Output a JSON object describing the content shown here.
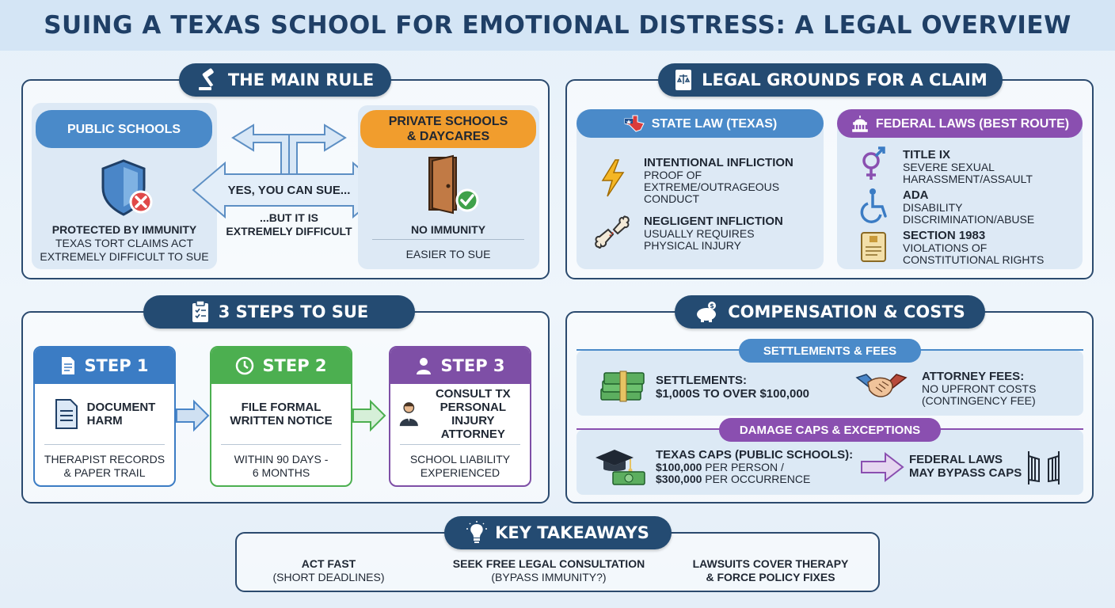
{
  "title": "SUING A TEXAS SCHOOL FOR EMOTIONAL DISTRESS: A LEGAL OVERVIEW",
  "main_rule": {
    "heading": "THE MAIN RULE",
    "public": {
      "label": "PUBLIC SCHOOLS",
      "status": "PROTECTED BY IMMUNITY",
      "line1": "TEXAS TORT CLAIMS ACT",
      "line2": "EXTREMELY DIFFICULT TO SUE"
    },
    "center": {
      "yes": "YES, YOU CAN SUE...",
      "but1": "...BUT IT IS",
      "but2": "EXTREMELY DIFFICULT"
    },
    "private": {
      "label_line1": "PRIVATE SCHOOLS",
      "label_line2": "& DAYCARES",
      "status": "NO IMMUNITY",
      "note": "EASIER TO SUE"
    }
  },
  "legal_grounds": {
    "heading": "LEGAL GROUNDS FOR A CLAIM",
    "state": {
      "label": "STATE LAW (TEXAS)",
      "items": [
        {
          "title": "INTENTIONAL INFLICTION",
          "line1": "PROOF OF",
          "line2": "EXTREME/OUTRAGEOUS",
          "line3": "CONDUCT",
          "icon": "lightning-icon"
        },
        {
          "title": "NEGLIGENT INFLICTION",
          "line1": "USUALLY REQUIRES",
          "line2": "PHYSICAL INJURY",
          "icon": "broken-bone-icon"
        }
      ]
    },
    "federal": {
      "label": "FEDERAL LAWS (BEST ROUTE)",
      "items": [
        {
          "title": "TITLE IX",
          "line1": "SEVERE SEXUAL",
          "line2": "HARASSMENT/ASSAULT",
          "icon": "gender-symbol-icon"
        },
        {
          "title": "ADA",
          "line1": "DISABILITY",
          "line2": "DISCRIMINATION/ABUSE",
          "icon": "wheelchair-icon"
        },
        {
          "title": "SECTION 1983",
          "line1": "VIOLATIONS OF",
          "line2": "CONSTITUTIONAL RIGHTS",
          "icon": "scroll-icon"
        }
      ]
    }
  },
  "steps": {
    "heading": "3 STEPS TO SUE",
    "items": [
      {
        "label": "STEP 1",
        "main_line1": "DOCUMENT",
        "main_line2": "HARM",
        "sub1": "THERAPIST RECORDS",
        "sub2": "& PAPER TRAIL",
        "color": "#3b7cc4"
      },
      {
        "label": "STEP 2",
        "main_line1": "FILE FORMAL",
        "main_line2": "WRITTEN NOTICE",
        "sub1": "WITHIN 90 DAYS -",
        "sub2": "6 MONTHS",
        "color": "#4caf50"
      },
      {
        "label": "STEP 3",
        "main_line1": "CONSULT TX",
        "main_line2": "PERSONAL",
        "main_line3": "INJURY ATTORNEY",
        "sub1": "SCHOOL LIABILITY",
        "sub2": "EXPERIENCED",
        "color": "#7e4fa6"
      }
    ]
  },
  "compensation": {
    "heading": "COMPENSATION & COSTS",
    "settlements_header": "SETTLEMENTS & FEES",
    "settlements": {
      "title": "SETTLEMENTS:",
      "value": "$1,000s TO OVER $100,000"
    },
    "fees": {
      "title": "ATTORNEY FEES:",
      "line1": "NO UPFRONT COSTS",
      "line2": "(CONTINGENCY FEE)"
    },
    "caps_header": "DAMAGE CAPS & EXCEPTIONS",
    "caps": {
      "title": "TEXAS CAPS (PUBLIC SCHOOLS):",
      "line1a": "$100,000",
      "line1b": " PER PERSON /",
      "line2a": "$300,000",
      "line2b": " PER OCCURRENCE"
    },
    "federal_bypass": {
      "line1": "FEDERAL LAWS",
      "line2": "MAY BYPASS CAPS"
    }
  },
  "takeaways": {
    "heading": "KEY TAKEAWAYS",
    "items": [
      {
        "bold": "ACT FAST",
        "sub": "(SHORT DEADLINES)"
      },
      {
        "bold": "SEEK FREE LEGAL CONSULTATION",
        "sub": "(BYPASS IMMUNITY?)"
      },
      {
        "bold": "LAWSUITS COVER THERAPY",
        "bold2": "& FORCE POLICY FIXES"
      }
    ]
  }
}
